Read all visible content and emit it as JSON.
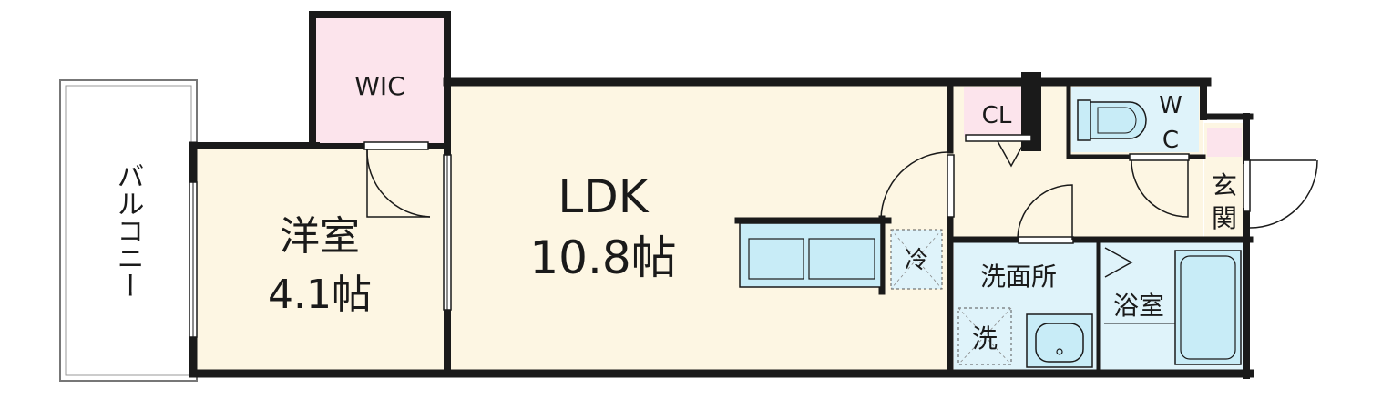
{
  "rooms": {
    "balcony": {
      "label": "バルコニー"
    },
    "wic": {
      "label": "WIC"
    },
    "western_room": {
      "name": "洋室",
      "size": "4.1帖"
    },
    "ldk": {
      "name": "LDK",
      "size": "10.8帖"
    },
    "closet": {
      "label": "CL"
    },
    "toilet": {
      "label_line1": "W",
      "label_line2": "C"
    },
    "entrance": {
      "label_line1": "玄",
      "label_line2": "関"
    },
    "fridge": {
      "label": "冷"
    },
    "washroom": {
      "label": "洗面所"
    },
    "washer": {
      "label": "洗"
    },
    "bathroom": {
      "label": "浴室"
    }
  },
  "colors": {
    "wall": "#1a1a1a",
    "floor_beige": "#fdf6e3",
    "wic_pink": "#fce4ec",
    "water_blue": "#dff3fa",
    "fixture_blue": "#c8ecf7",
    "balcony_fill": "#ffffff"
  }
}
